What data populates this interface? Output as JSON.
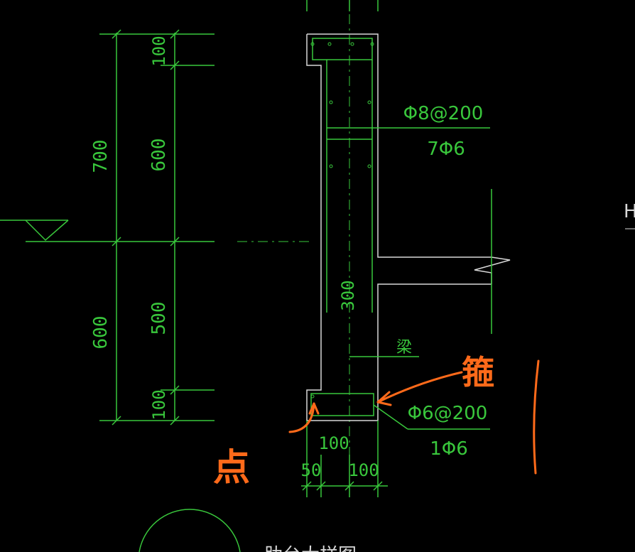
{
  "drawing": {
    "dimensions": {
      "outer_top": "700",
      "outer_bottom": "600",
      "inner_top_cap": "100",
      "inner_upper": "600",
      "inner_lower": "500",
      "inner_bottom_cap": "100",
      "rib_height": "300",
      "bottom_width": "100",
      "offset_left": "50",
      "offset_right": "100"
    },
    "rebar": {
      "upper_stirrup": "Φ8@200",
      "upper_bars": "7Φ6",
      "lower_stirrup": "Φ6@200",
      "lower_bars": "1Φ6"
    },
    "labels": {
      "beam": "梁",
      "edge_right": "H",
      "bottom_caption": "肋台大样图"
    },
    "handwritten": {
      "stirrup_note": "箍",
      "point_note": "点",
      "right_mark": "|"
    },
    "colors": {
      "background": "#000000",
      "line": "#39c73c",
      "outline": "#d8d8d8",
      "handwriting": "#ff6a1a"
    }
  }
}
